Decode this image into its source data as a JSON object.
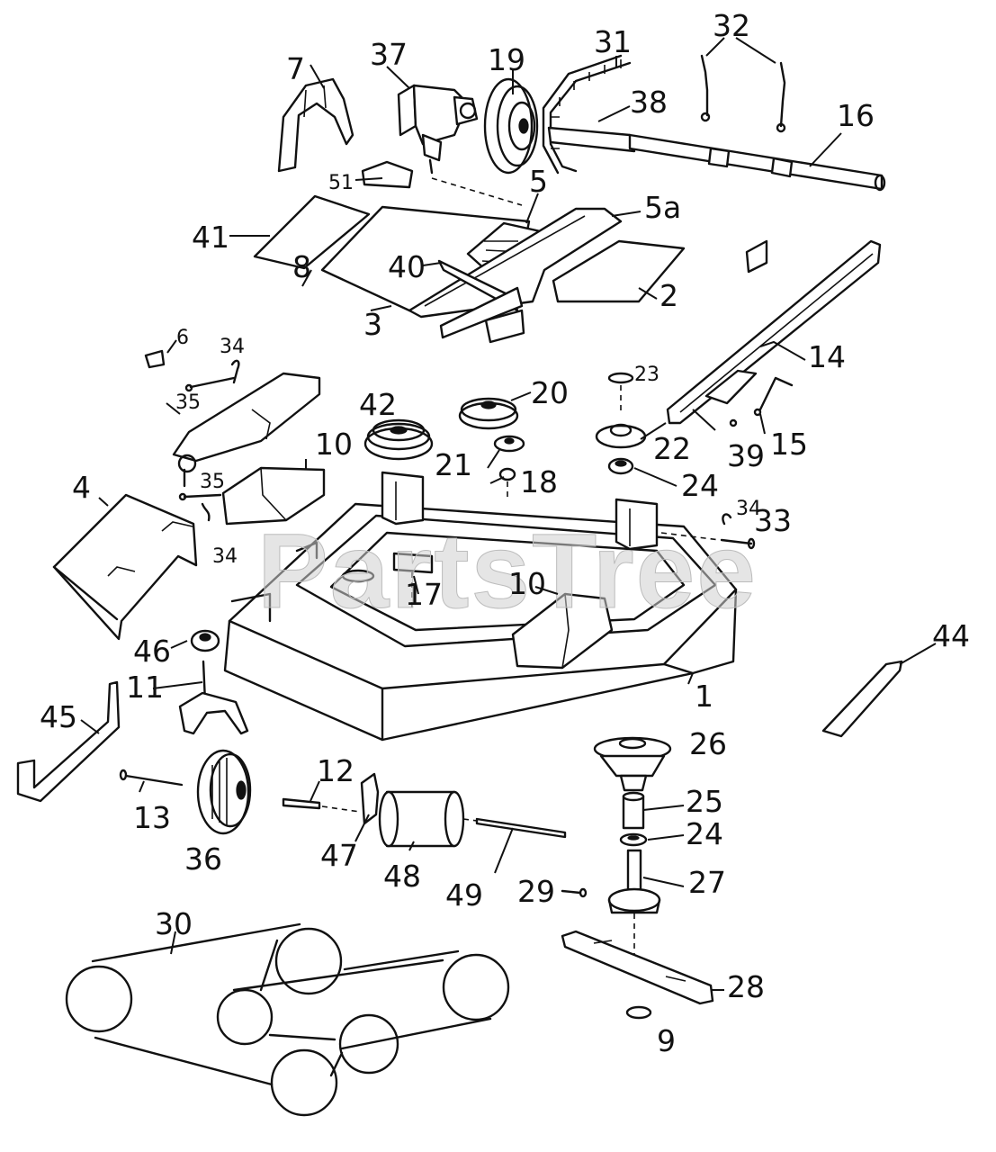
{
  "watermark": "PartsTree",
  "callouts": {
    "c1": "1",
    "c2": "2",
    "c3": "3",
    "c4": "4",
    "c5": "5",
    "c5a": "5a",
    "c6": "6",
    "c7": "7",
    "c8": "8",
    "c9": "9",
    "c10a": "10",
    "c10b": "10",
    "c11": "11",
    "c12": "12",
    "c13": "13",
    "c14": "14",
    "c15": "15",
    "c16": "16",
    "c17": "17",
    "c18": "18",
    "c19": "19",
    "c20": "20",
    "c21": "21",
    "c22": "22",
    "c23": "23",
    "c24a": "24",
    "c24b": "24",
    "c25": "25",
    "c26": "26",
    "c27": "27",
    "c28": "28",
    "c29": "29",
    "c30": "30",
    "c31": "31",
    "c32": "32",
    "c33": "33",
    "c34a": "34",
    "c34b": "34",
    "c34c": "34",
    "c35a": "35",
    "c35b": "35",
    "c36": "36",
    "c37": "37",
    "c38": "38",
    "c39": "39",
    "c40": "40",
    "c41": "41",
    "c42": "42",
    "c44": "44",
    "c45": "45",
    "c46": "46",
    "c47": "47",
    "c48": "48",
    "c49": "49",
    "c51": "51"
  }
}
